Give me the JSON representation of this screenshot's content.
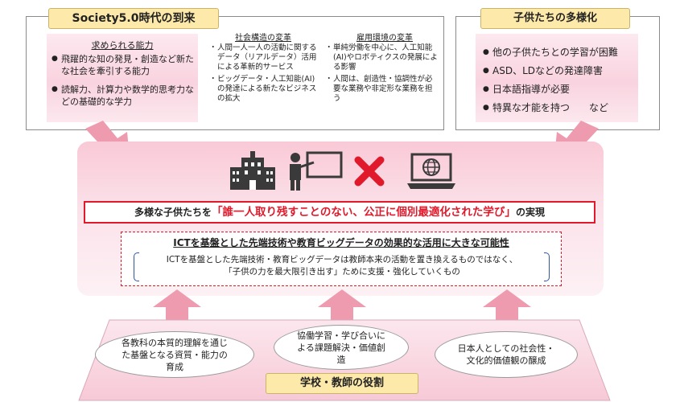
{
  "society": {
    "tab": "Society5.0時代の到来",
    "abilities_title": "求められる能力",
    "abilities": [
      "飛躍的な知の発見・創造など新たな社会を牽引する能力",
      "読解力、計算力や数学的思考力などの基礎的な学力"
    ],
    "social_title": "社会構造の変革",
    "social": [
      "人間一人一人の活動に関するデータ（リアルデータ）活用による革新的サービス",
      "ビッグデータ・人工知能(AI)の発達による新たなビジネスの拡大"
    ],
    "employment_title": "雇用環境の変革",
    "employment": [
      "単純労働を中心に、人工知能(AI)やロボティクスの発展による影響",
      "人間は、創造性・協調性が必要な業務や非定形な業務を担う"
    ]
  },
  "children": {
    "tab": "子供たちの多様化",
    "items": [
      "他の子供たちとの学習が困難",
      "ASD、LDなどの発達障害",
      "日本語指導が必要",
      "特異な才能を持つ　　など"
    ]
  },
  "center": {
    "icons": [
      "school-building-icon",
      "teacher-board-icon",
      "cross-mark-icon",
      "laptop-globe-icon"
    ],
    "cross_color": "#e0192b",
    "goal_prefix": "多様な子供たちを",
    "goal_highlight": "「誰一人取り残すことのない、公正に個別最適化された学び」",
    "goal_suffix": "の実現",
    "ict_title": "ICTを基盤とした先端技術や教育ビッグデータの効果的な活用に大きな可能性",
    "ict_note_1": "ICTを基盤とした先端技術・教育ビッグデータは教師本来の活動を置き換えるものではなく、",
    "ict_note_2": "「子供の力を最大限引き出す」ために支援・強化していくもの"
  },
  "bottom": {
    "ellipse_left": "各教科の本質的理解を通じた基盤となる資質・能力の育成",
    "ellipse_center": "協働学習・学び合いによる課題解決・価値創造",
    "ellipse_right": "日本人としての社会性・文化的価値観の醸成",
    "tab": "学校・教師の役割"
  },
  "colors": {
    "accent_red": "#e0192b",
    "pink_arrow": "#ee9bb0",
    "tab_yellow": "#fde9a9",
    "icon_dark": "#3a3a3a"
  }
}
